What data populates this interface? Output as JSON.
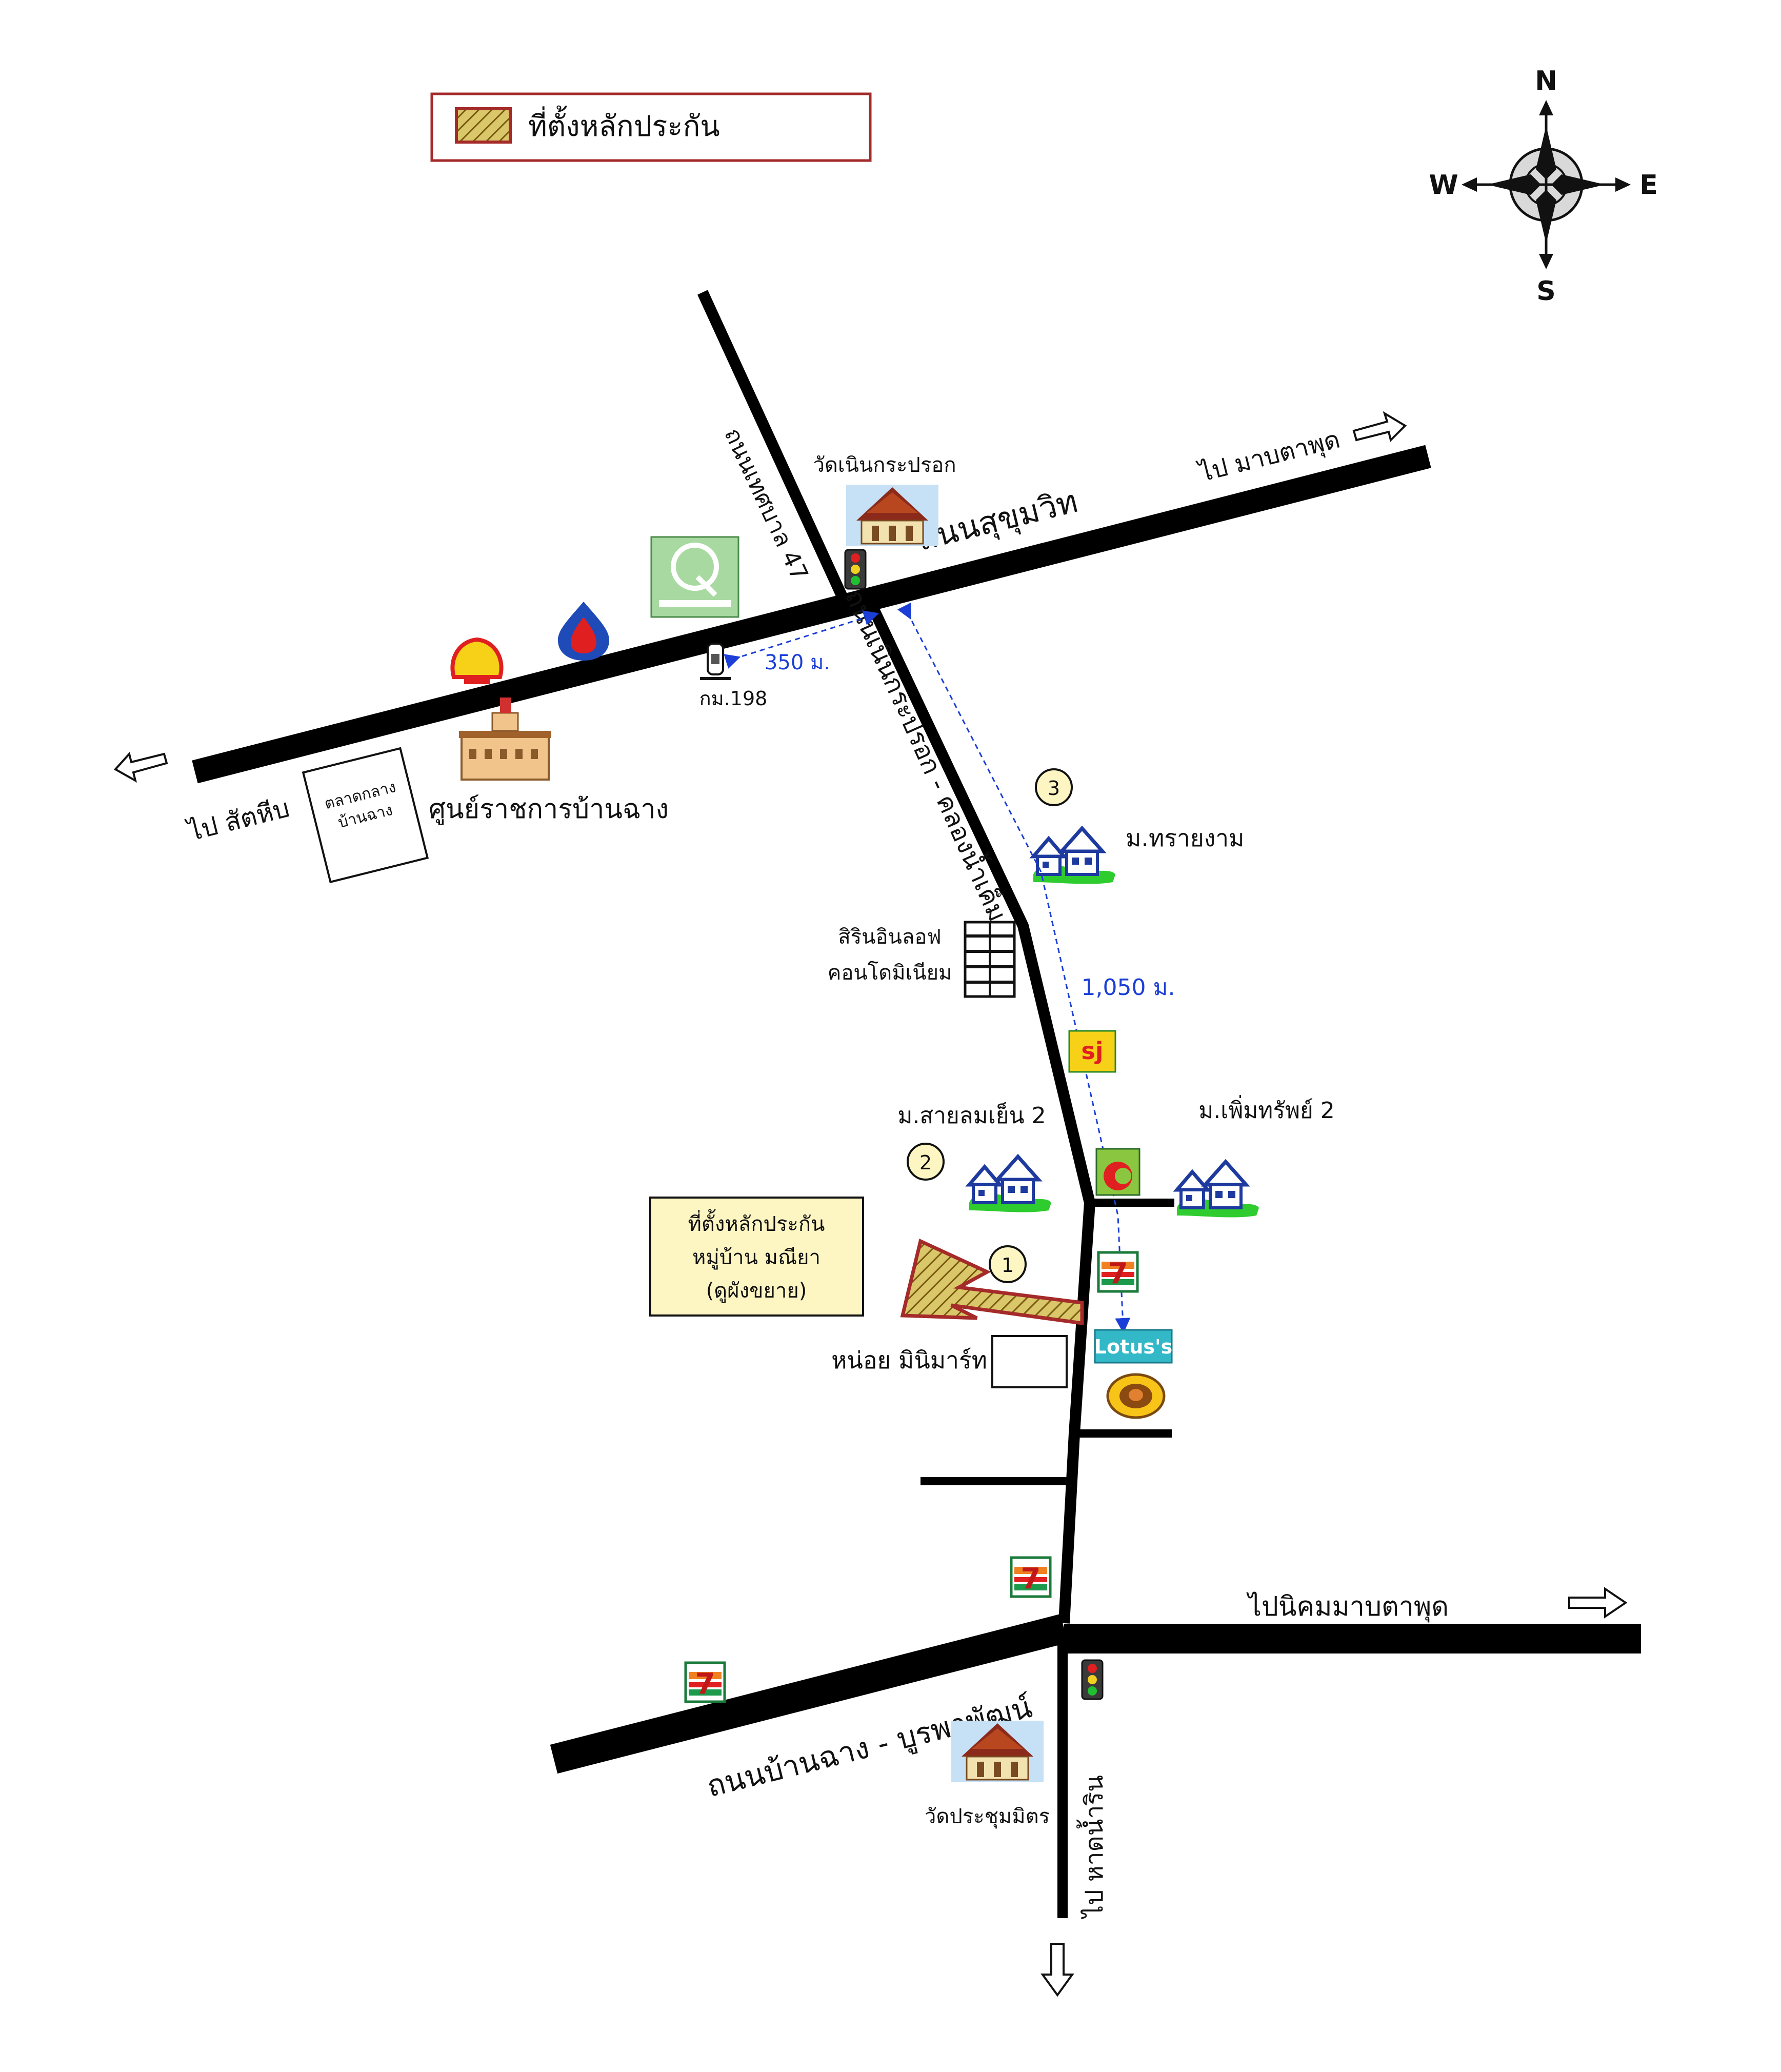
{
  "legend": {
    "label": "ที่ตั้งหลักประกัน",
    "swatch_color": "#c9b25a",
    "border_color": "#a52a2a"
  },
  "compass": {
    "n": "N",
    "e": "E",
    "s": "S",
    "w": "W"
  },
  "roads": {
    "sukhumvit": "ถนนสุขุมวิท",
    "thetsaban47": "ถนนเทศบาล 47",
    "noenkraprok": "ถนนเนินกระปรอก - คลองน้ำเค็ม",
    "banchang_burapha": "ถนนบ้านฉาง - บูรพาพัฒน์"
  },
  "directions": {
    "to_map_ta_phut": "ไป มาบตาพุด",
    "to_sattahip": "ไป สัตหีบ",
    "to_industrial": "ไปนิคมมาบตาพุด",
    "to_nam_rin": "ไป หาดน้ำริน"
  },
  "landmarks": {
    "wat_noen": "วัดเนินกระปรอก",
    "wat_prachum": "วัดประชุมมิตร",
    "gov_center": "ศูนย์ราชการบ้านฉาง",
    "market_line1": "ตลาดกลาง",
    "market_line2": "บ้านฉาง",
    "km_post": "กม.198",
    "condo_line1": "สิรินอินลอฟ",
    "condo_line2": "คอนโดมิเนียม",
    "village_3": "ม.ทรายงาม",
    "village_2": "ม.สายลมเย็น 2",
    "village_perm": "ม.เพิ่มทรัพย์ 2",
    "minimart": "หน่อย มินิมาร์ท",
    "lotus": "Lotus's"
  },
  "callout": {
    "line1": "ที่ตั้งหลักประกัน",
    "line2": "หมู่บ้าน มณียา",
    "line3": "(ดูผังขยาย)",
    "bg_color": "#fdf6c3"
  },
  "distances": {
    "short": "350 ม.",
    "long": "1,050 ม."
  },
  "markers": {
    "m1": "1",
    "m2": "2",
    "m3": "3"
  },
  "colors": {
    "road": "#000000",
    "distance": "#1b3fd6",
    "house": "#1e3a9e",
    "grass": "#2ecc2e"
  }
}
